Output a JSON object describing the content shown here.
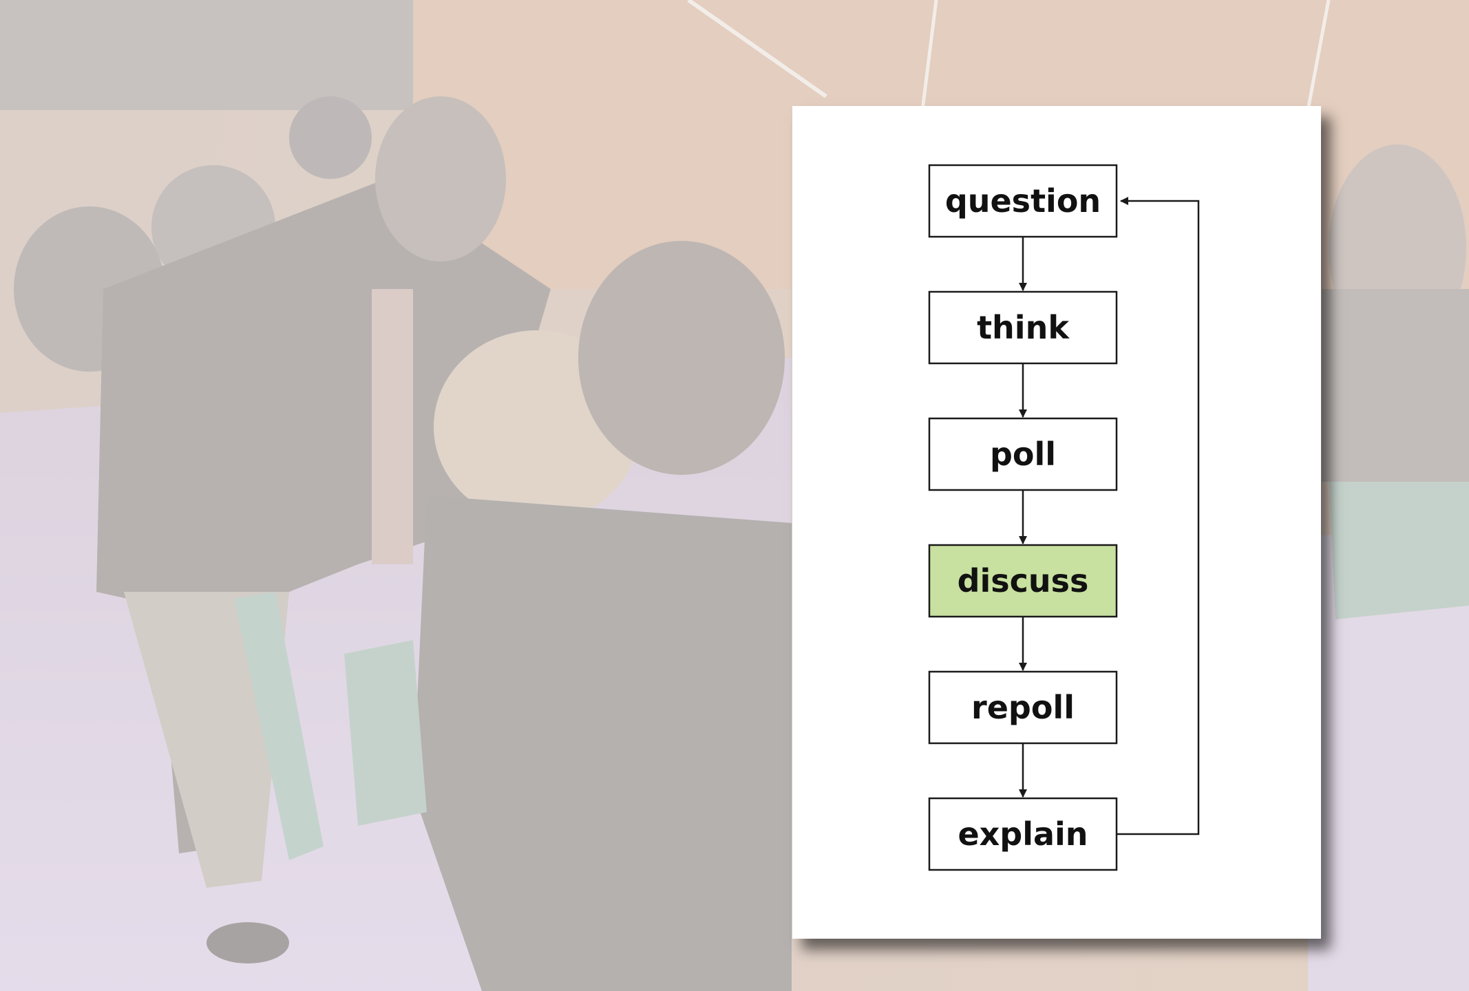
{
  "diagram": {
    "steps": [
      {
        "id": "question",
        "label": "question"
      },
      {
        "id": "think",
        "label": "think"
      },
      {
        "id": "poll",
        "label": "poll"
      },
      {
        "id": "discuss",
        "label": "discuss",
        "highlighted": true
      },
      {
        "id": "repoll",
        "label": "repoll"
      },
      {
        "id": "explain",
        "label": "explain"
      }
    ],
    "edges": [
      [
        "question",
        "think"
      ],
      [
        "think",
        "poll"
      ],
      [
        "poll",
        "discuss"
      ],
      [
        "discuss",
        "repoll"
      ],
      [
        "repoll",
        "explain"
      ],
      [
        "explain",
        "question"
      ]
    ],
    "colors": {
      "box_fill": "#ffffff",
      "box_stroke": "#1a1a1a",
      "highlight_fill": "#c8e0a0",
      "arrow": "#1a1a1a",
      "card": "#ffffff"
    }
  },
  "background": {
    "description_icon": "lecture-hall-photo",
    "tint": "#ffffff"
  }
}
